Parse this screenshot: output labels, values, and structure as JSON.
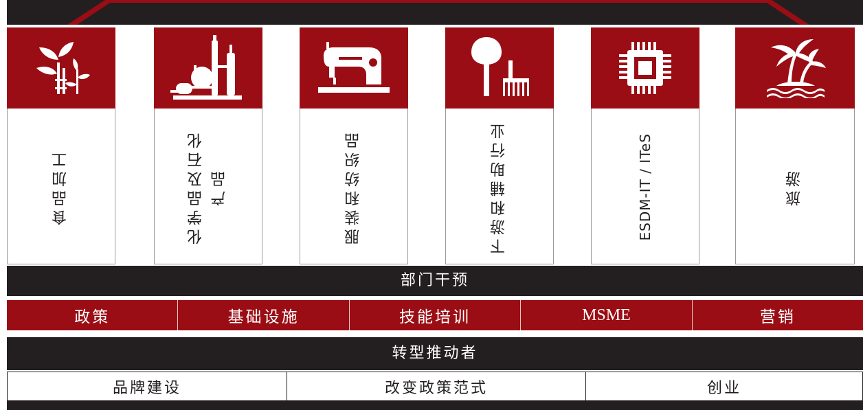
{
  "colors": {
    "dark": "#231f20",
    "red": "#9b0d14",
    "white": "#ffffff"
  },
  "sectors": [
    {
      "label": "食品加工",
      "icon": "plant-sprout-icon"
    },
    {
      "label": "化学品及石化\n产品",
      "icon": "chemical-plant-icon"
    },
    {
      "label": "服装和纺织品",
      "icon": "sewing-machine-icon"
    },
    {
      "label": "下游和辅助行业",
      "icon": "shovel-rake-icon"
    },
    {
      "label": "ESDM-IT / ITeS",
      "icon": "microchip-icon"
    },
    {
      "label": "旅游",
      "icon": "palm-island-icon"
    }
  ],
  "interventions": {
    "title": "部门干预",
    "items": [
      "政策",
      "基础设施",
      "技能培训",
      "MSME",
      "营销"
    ]
  },
  "enablers": {
    "title": "转型推动者",
    "items": [
      "品牌建设",
      "改变政策范式",
      "创业"
    ]
  }
}
